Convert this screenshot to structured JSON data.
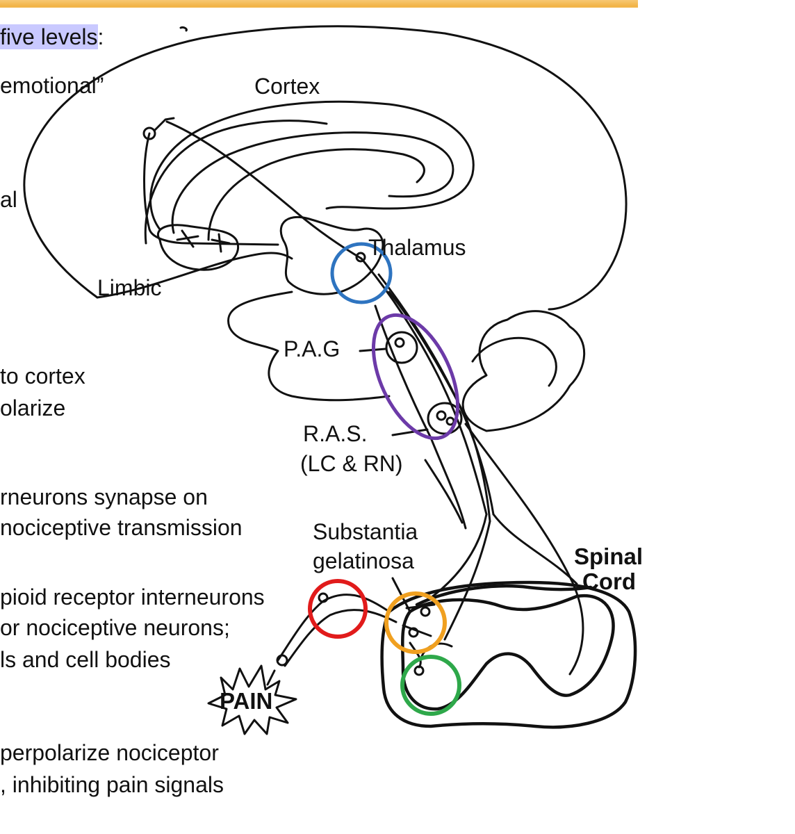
{
  "colors": {
    "top_bar": "#f2b54a",
    "highlight": "#c9c9ff",
    "circle_thalamus": "#2e74c0",
    "circle_pag_ras": "#6c3aa8",
    "circle_red": "#e11b1b",
    "circle_orange": "#f0a020",
    "circle_green": "#2ea84a"
  },
  "side_text": {
    "line1_highlight": "five levels",
    "line1_tail": ":",
    "line2": "emotional”",
    "line3": "al",
    "line4": " to cortex",
    "line5": "olarize",
    "line6": "rneurons synapse on",
    "line7": " nociceptive transmission",
    "line8": "pioid receptor interneurons",
    "line9": "or nociceptive neurons;",
    "line10": "ls and cell bodies",
    "line11": "perpolarize nociceptor",
    "line12": ", inhibiting pain signals"
  },
  "labels": {
    "cortex": "Cortex",
    "thalamus": "Thalamus",
    "limbic": "Limbic",
    "pag": "P.A.G",
    "ras_line1": "R.A.S.",
    "ras_line2": "(LC & RN)",
    "sg_line1": "Substantia",
    "sg_line2": "gelatinosa",
    "spinal_line1": "Spinal",
    "spinal_line2": "Cord",
    "pain": "PAIN"
  },
  "icons": {
    "pain_burst": "starburst-icon"
  }
}
